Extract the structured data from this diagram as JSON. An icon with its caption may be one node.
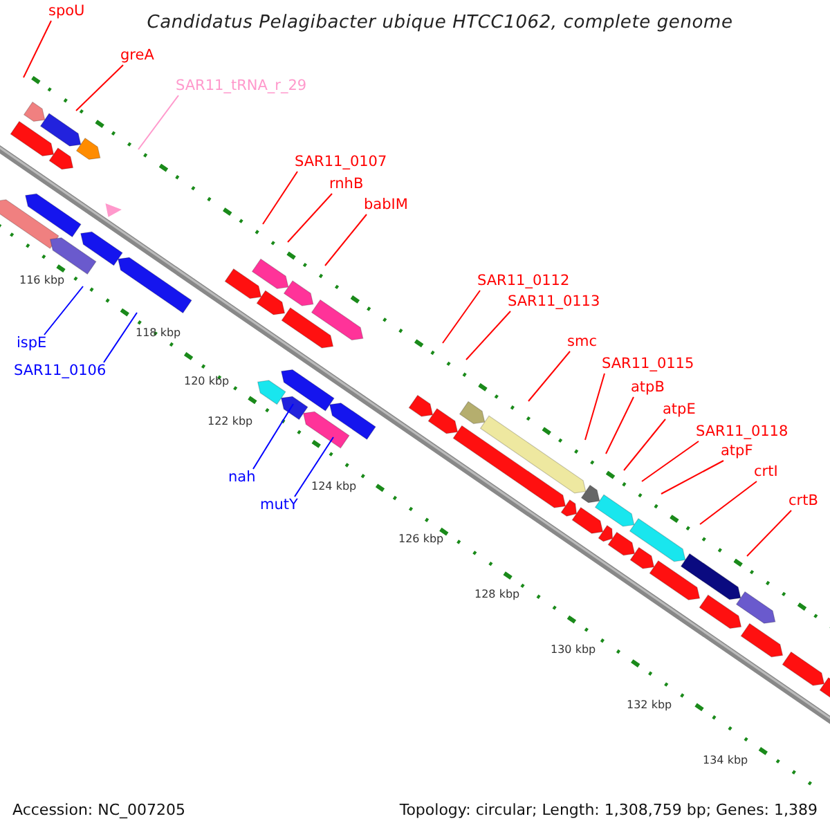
{
  "diagram": {
    "title": "Candidatus Pelagibacter ubique HTCC1062, complete genome",
    "nodes": [
      {
        "text": [
          "spoU"
        ]
      },
      {
        "text": [
          "greA"
        ]
      },
      {
        "text": [
          "SAR11_tRNA_r_29"
        ]
      },
      {
        "text": [
          "SAR11_0107"
        ]
      },
      {
        "text": [
          "rnhB"
        ]
      },
      {
        "text": [
          "babIM"
        ]
      },
      {
        "text": [
          "ispE"
        ]
      },
      {
        "text": [
          "SAR11_0106"
        ]
      },
      {
        "text": [
          "SAR11_0112"
        ]
      },
      {
        "text": [
          "SAR11_0113"
        ]
      },
      {
        "text": [
          "smc"
        ]
      },
      {
        "text": [
          "SAR11_0115"
        ]
      },
      {
        "text": [
          "atpB"
        ]
      },
      {
        "text": [
          "atpE"
        ]
      },
      {
        "text": [
          "SAR11_0118"
        ]
      },
      {
        "text": [
          "atpF"
        ]
      },
      {
        "text": [
          "crtI"
        ]
      },
      {
        "text": [
          "crtB"
        ]
      },
      {
        "text": [
          "nah"
        ]
      },
      {
        "text": [
          "mutY"
        ]
      }
    ],
    "edges": [
      {
        "from": 0,
        "to": null,
        "arrow": "none"
      },
      {
        "from": 1,
        "to": null,
        "arrow": "none"
      },
      {
        "from": 2,
        "to": null,
        "arrow": "none",
        "color": "#ff99cc"
      },
      {
        "from": 3,
        "to": null,
        "arrow": "none"
      },
      {
        "from": 4,
        "to": null,
        "arrow": "none"
      },
      {
        "from": 5,
        "to": null,
        "arrow": "none"
      },
      {
        "from": 6,
        "to": null,
        "arrow": "none",
        "color": "#0000ff"
      },
      {
        "from": 7,
        "to": null,
        "arrow": "none",
        "color": "#0000ff"
      },
      {
        "from": 8,
        "to": null,
        "arrow": "none"
      },
      {
        "from": 9,
        "to": null,
        "arrow": "none"
      },
      {
        "from": 10,
        "to": null,
        "arrow": "none"
      },
      {
        "from": 11,
        "to": null,
        "arrow": "none"
      },
      {
        "from": 12,
        "to": null,
        "arrow": "none"
      },
      {
        "from": 13,
        "to": null,
        "arrow": "none"
      },
      {
        "from": 14,
        "to": null,
        "arrow": "none"
      },
      {
        "from": 15,
        "to": null,
        "arrow": "none"
      },
      {
        "from": 16,
        "to": null,
        "arrow": "none"
      },
      {
        "from": 17,
        "to": null,
        "arrow": "none"
      },
      {
        "from": 18,
        "to": null,
        "arrow": "none",
        "color": "#0000ff"
      },
      {
        "from": 19,
        "to": null,
        "arrow": "none",
        "color": "#0000ff"
      }
    ],
    "labels": [
      "116 kbp",
      "118 kbp",
      "120 kbp",
      "122 kbp",
      "124 kbp",
      "126 kbp",
      "128 kbp",
      "130 kbp",
      "132 kbp",
      "134 kbp",
      "Accession: NC_007205",
      "Topology: circular; Length: 1,308,759 bp; Genes: 1,389"
    ]
  }
}
